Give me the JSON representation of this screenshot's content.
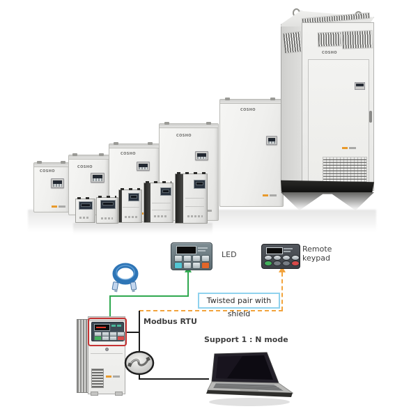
{
  "brand": "COSHO",
  "diagram": {
    "led_label": "LED",
    "remote_label": {
      "line1": "Remote",
      "line2": "keypad"
    },
    "twisted_pair_label": "Twisted pair with shield",
    "modbus_label": "Modbus RTU",
    "support_label": "Support 1 : N mode"
  },
  "colors": {
    "green_line": "#2fa84f",
    "orange_line": "#f2a33c",
    "highlight_red": "#c63333",
    "twisted_box_border": "#8fd2ee",
    "cable_blue": "#2e75b6",
    "line_black": "#1b1b1b",
    "keypad_cyan": "#53c6d4",
    "keypad_orange": "#e2662a",
    "keypad_green": "#43b05c",
    "keypad_red": "#d84a4a"
  }
}
